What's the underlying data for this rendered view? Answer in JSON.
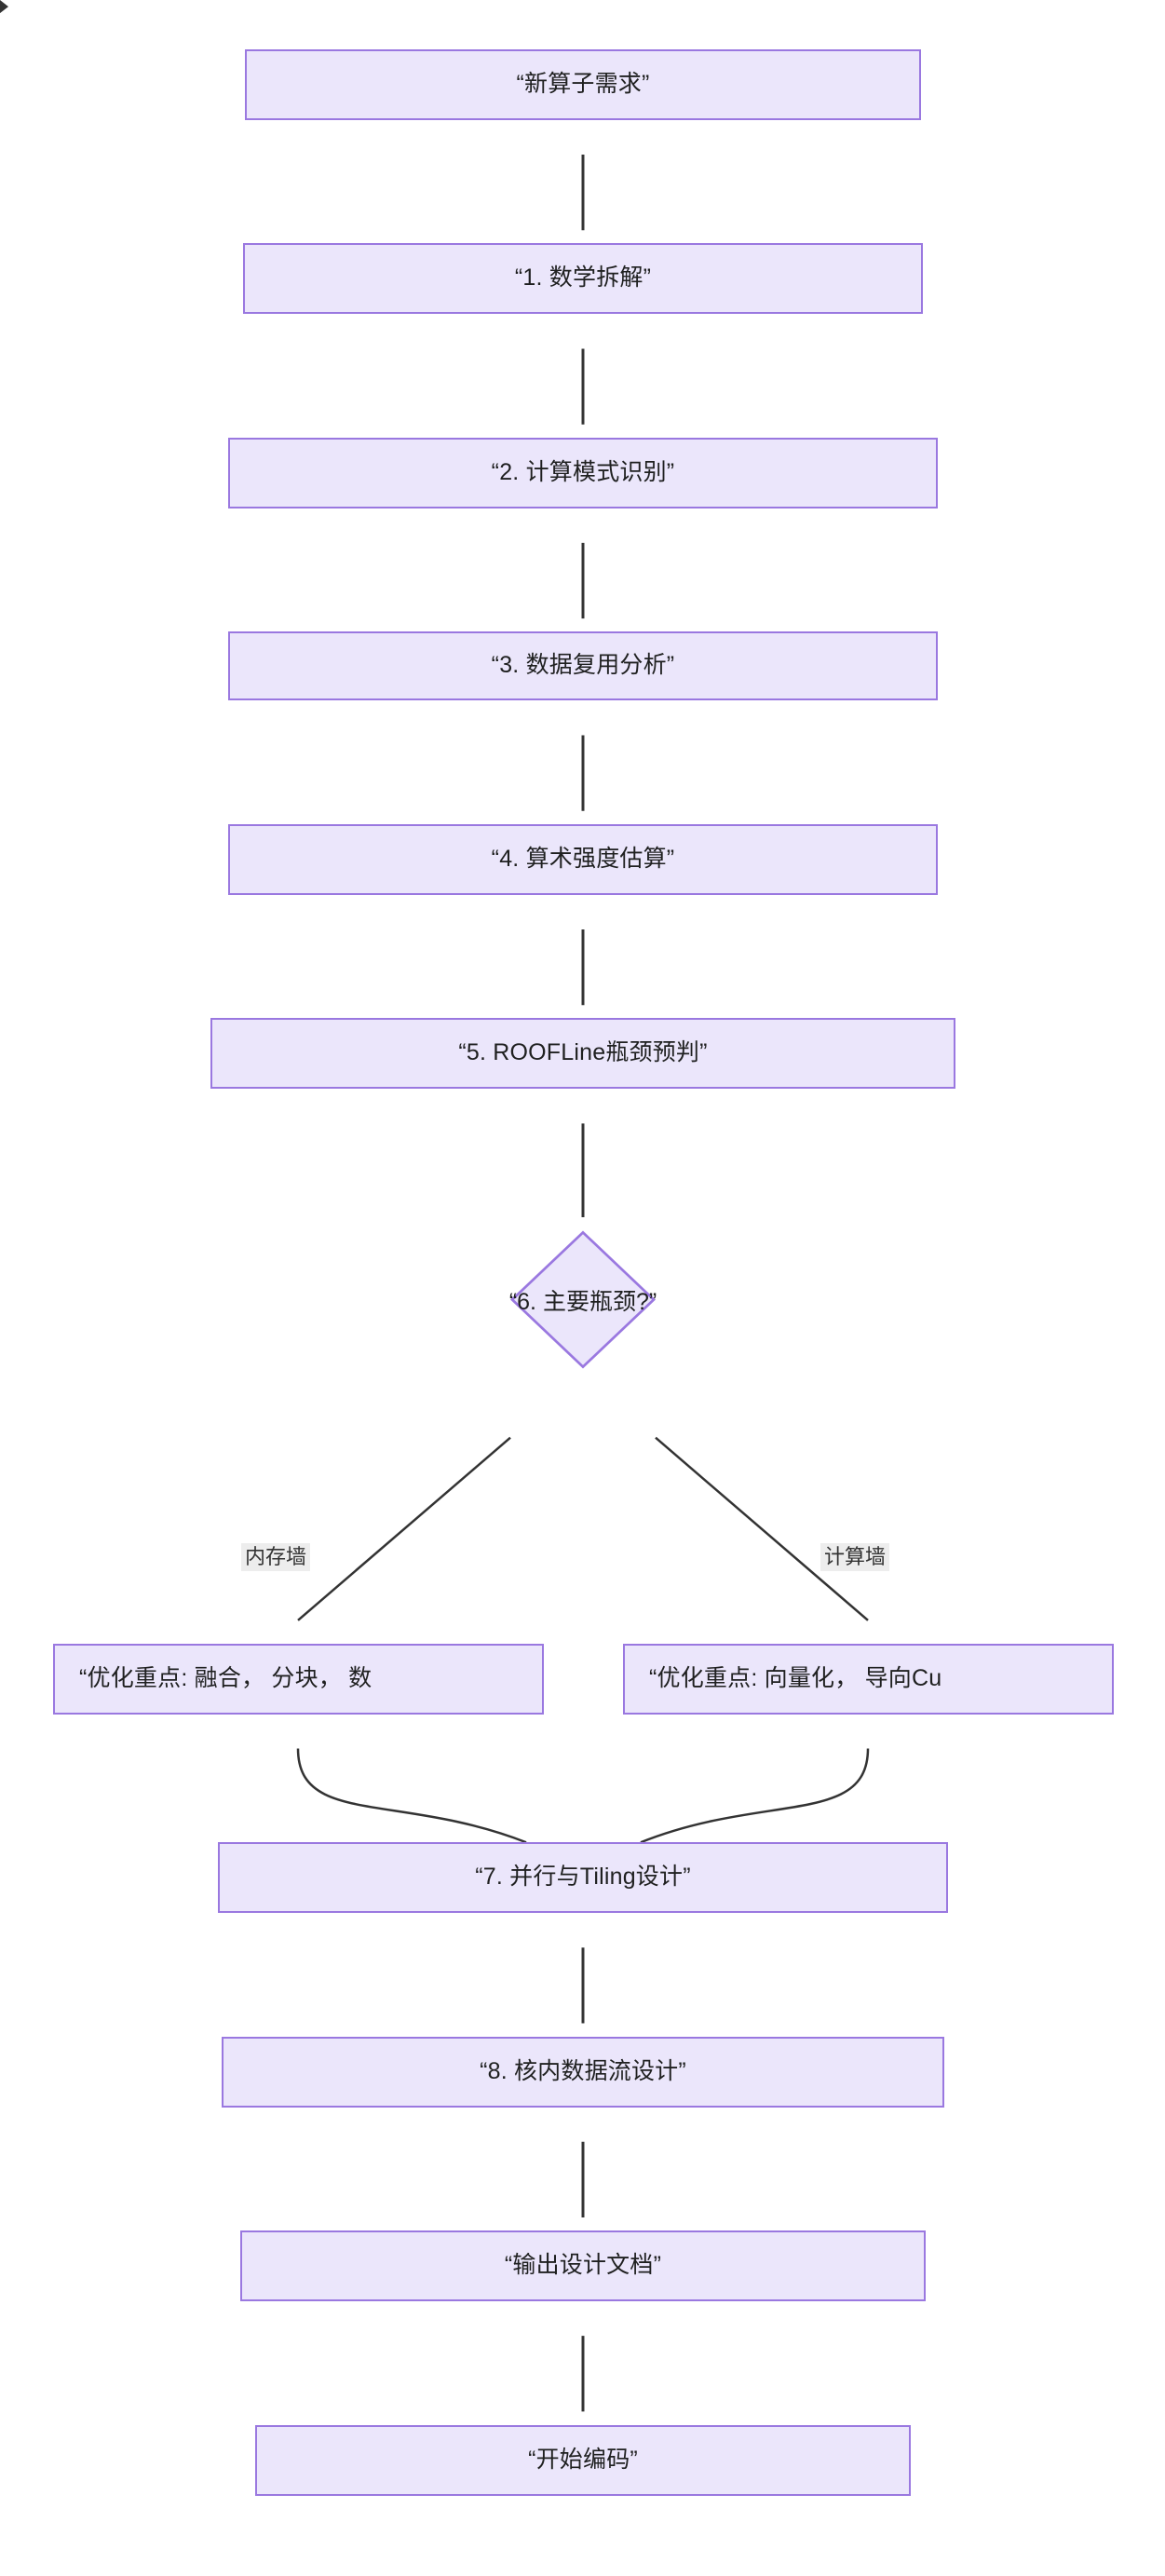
{
  "diagram": {
    "type": "flowchart",
    "direction": "top-down",
    "theme": {
      "node_fill": "#ebe6fb",
      "node_stroke": "#9a78e0",
      "edge_stroke": "#333333",
      "text_color": "#1f2020",
      "edge_label_bg": "#ededed",
      "background": "#ffffff"
    },
    "nodes": [
      {
        "id": "start",
        "label": "“新算子需求”",
        "shape": "rect"
      },
      {
        "id": "s1",
        "label": "“1. 数学拆解”",
        "shape": "rect"
      },
      {
        "id": "s2",
        "label": "“2. 计算模式识别”",
        "shape": "rect"
      },
      {
        "id": "s3",
        "label": "“3. 数据复用分析”",
        "shape": "rect"
      },
      {
        "id": "s4",
        "label": "“4. 算术强度估算”",
        "shape": "rect"
      },
      {
        "id": "s5",
        "label": "“5. ROOFLine瓶颈预判”",
        "shape": "rect"
      },
      {
        "id": "d6",
        "label": "“6. 主要瓶颈?”",
        "shape": "diamond"
      },
      {
        "id": "memopt",
        "label": "“优化重点: 融合， 分块， 数",
        "shape": "rect"
      },
      {
        "id": "cmpopt",
        "label": "“优化重点: 向量化， 导向Cu",
        "shape": "rect"
      },
      {
        "id": "s7",
        "label": "“7. 并行与Tiling设计”",
        "shape": "rect"
      },
      {
        "id": "s8",
        "label": "“8. 核内数据流设计”",
        "shape": "rect"
      },
      {
        "id": "doc",
        "label": "“输出设计文档”",
        "shape": "rect"
      },
      {
        "id": "code",
        "label": "“开始编码”",
        "shape": "rect"
      }
    ],
    "edges": [
      {
        "from": "start",
        "to": "s1",
        "label": ""
      },
      {
        "from": "s1",
        "to": "s2",
        "label": ""
      },
      {
        "from": "s2",
        "to": "s3",
        "label": ""
      },
      {
        "from": "s3",
        "to": "s4",
        "label": ""
      },
      {
        "from": "s4",
        "to": "s5",
        "label": ""
      },
      {
        "from": "s5",
        "to": "d6",
        "label": ""
      },
      {
        "from": "d6",
        "to": "memopt",
        "label": "内存墙"
      },
      {
        "from": "d6",
        "to": "cmpopt",
        "label": "计算墙"
      },
      {
        "from": "memopt",
        "to": "s7",
        "label": ""
      },
      {
        "from": "cmpopt",
        "to": "s7",
        "label": ""
      },
      {
        "from": "s7",
        "to": "s8",
        "label": ""
      },
      {
        "from": "s8",
        "to": "doc",
        "label": ""
      },
      {
        "from": "doc",
        "to": "code",
        "label": ""
      }
    ],
    "edge_labels": {
      "memory_wall": "内存墙",
      "compute_wall": "计算墙"
    }
  }
}
